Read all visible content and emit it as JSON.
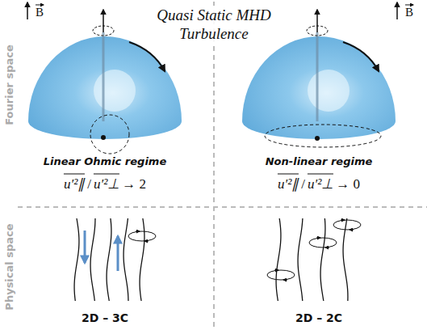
{
  "diagram": {
    "title": "Quasi Static MHD Turbulence",
    "labels": [
      "B",
      "B",
      "Fourier space",
      "Physical space",
      "Linear Ohmic regime",
      "Non-linear regime",
      "u′²∥",
      "/",
      "u′²⊥",
      "→ 2",
      "u′²∥",
      "/",
      "u′²⊥",
      "→ 0",
      "2D – 3C",
      "2D – 2C"
    ]
  }
}
